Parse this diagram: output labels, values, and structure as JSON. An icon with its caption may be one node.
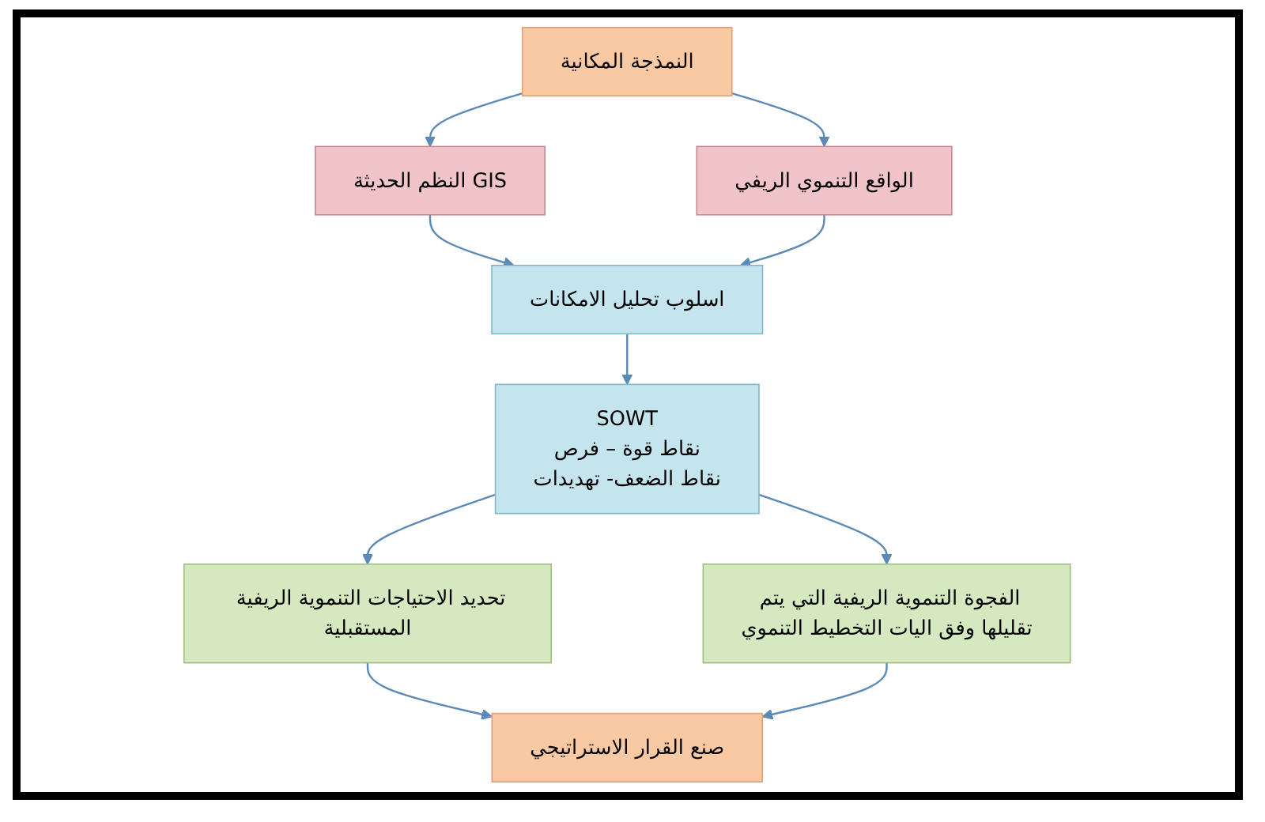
{
  "diagram": {
    "nodes": [
      {
        "text": [
          "النمذجة المكانية"
        ]
      },
      {
        "text": [
          "النظم الحديثة GIS"
        ]
      },
      {
        "text": [
          "الواقع التنموي الريفي"
        ]
      },
      {
        "text": [
          "اسلوب تحليل الامكانات"
        ]
      },
      {
        "text": [
          "SOWT",
          "نقاط قوة – فرص",
          "نقاط الضعف- تهديدات"
        ]
      },
      {
        "text": [
          "تحديد الاحتياجات التنموية الريفية المستقبلية"
        ]
      },
      {
        "text": [
          "الفجوة التنموية الريفية التي يتم تقليلها وفق اليات التخطيط التنموي"
        ]
      },
      {
        "text": [
          "صنع القرار الاستراتيجي"
        ]
      }
    ],
    "edges": [
      {
        "from": 0,
        "to": 1,
        "arrow": "to"
      },
      {
        "from": 0,
        "to": 2,
        "arrow": "to"
      },
      {
        "from": 1,
        "to": 3,
        "arrow": "to"
      },
      {
        "from": 2,
        "to": 3,
        "arrow": "to"
      },
      {
        "from": 3,
        "to": 4,
        "arrow": "to"
      },
      {
        "from": 4,
        "to": 5,
        "arrow": "to"
      },
      {
        "from": 4,
        "to": 6,
        "arrow": "to"
      },
      {
        "from": 5,
        "to": 7,
        "arrow": "to"
      },
      {
        "from": 6,
        "to": 7,
        "arrow": "to"
      }
    ]
  }
}
